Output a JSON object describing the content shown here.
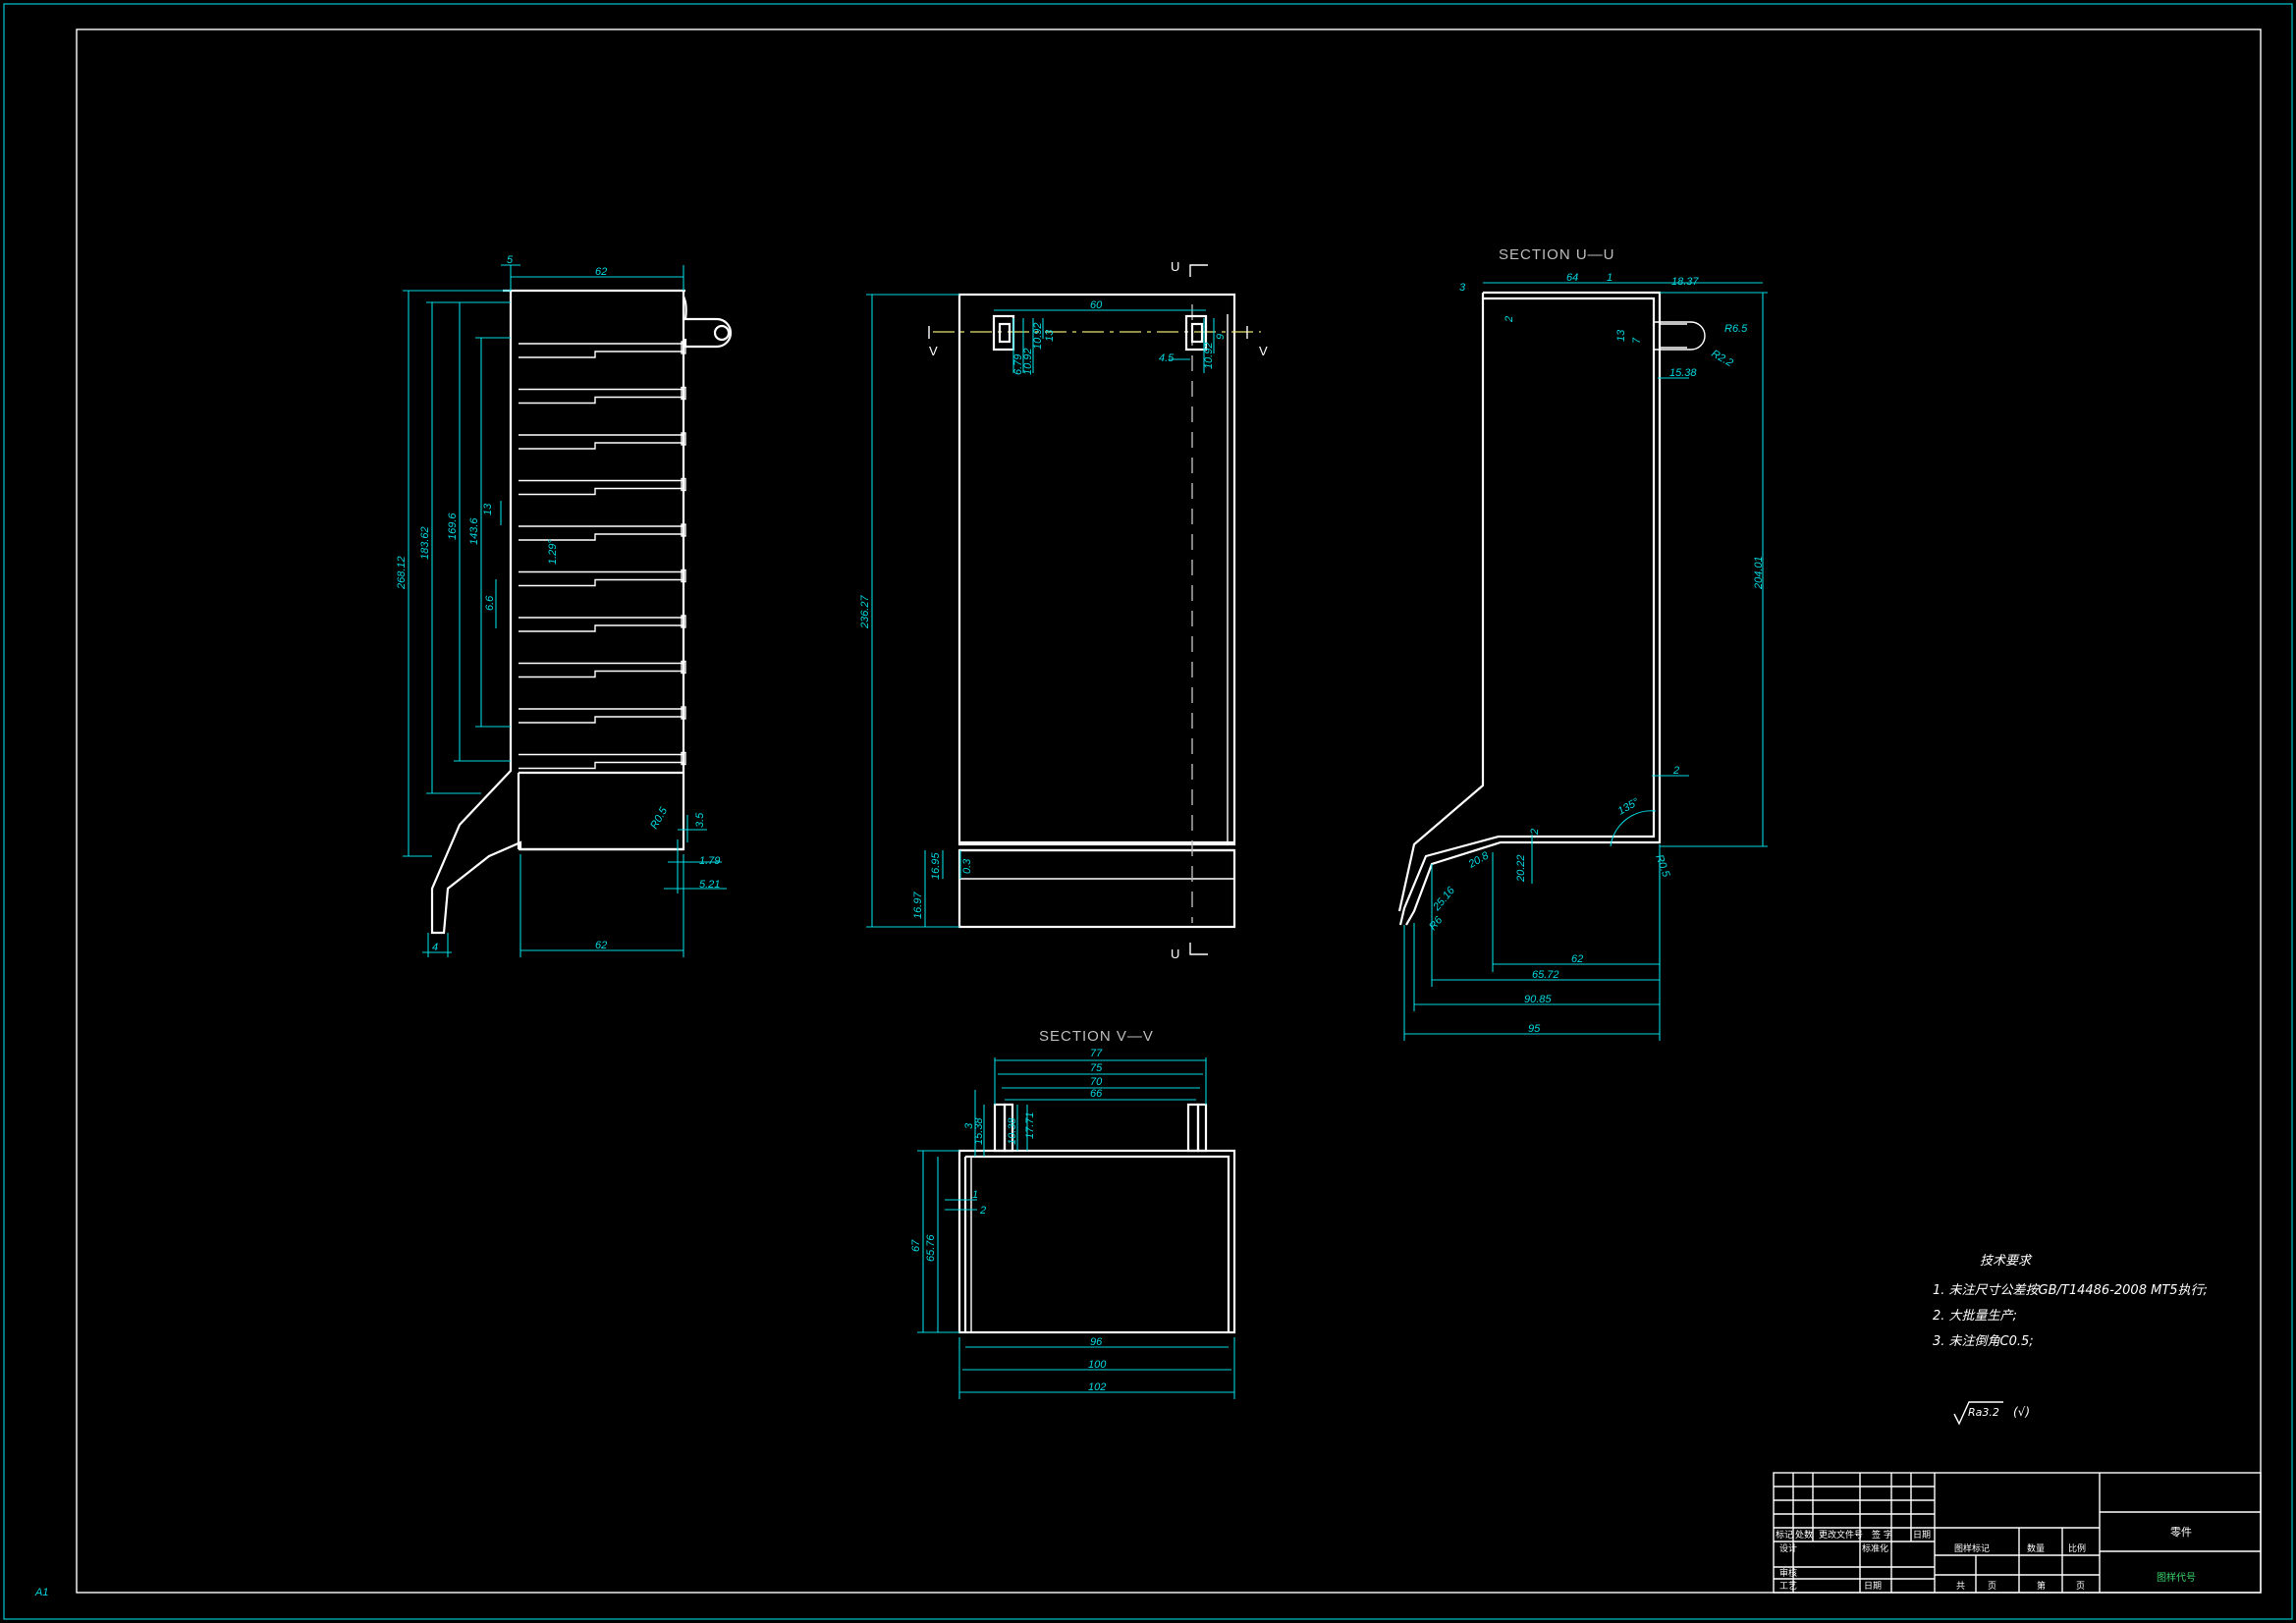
{
  "sheet": {
    "size_label": "A1"
  },
  "views": {
    "side": {
      "dims": {
        "top_width": "62",
        "top_offset": "5",
        "total_height": "268.12",
        "h2": "183.62",
        "h3": "169.6",
        "h4": "143.6",
        "h5": "6.6",
        "h6": "13",
        "angle_fin": "1.29°",
        "bottom_width": "62",
        "foot_width": "4",
        "radius": "R0.5",
        "d35": "3.5",
        "d179": "1.79",
        "d521": "5.21"
      }
    },
    "front": {
      "dims": {
        "total_height": "236.27",
        "width_top": "60",
        "d13": "13",
        "d1092": "10.92",
        "d679": "6.79",
        "d1092b": "10.92",
        "d9": "9",
        "d45": "4.5",
        "d1092c": "10.92",
        "d1695": "16.95",
        "d3": "0.3",
        "d1697": "16.97"
      },
      "section_letters": {
        "u_top": "U",
        "u_bottom": "U",
        "v_left": "V",
        "v_right": "V"
      }
    },
    "section_uu": {
      "title": "SECTION  U—U",
      "dims": {
        "w64": "64",
        "w1": "1",
        "w1837": "18.37",
        "d3": "3",
        "d2": "2",
        "d13": "13",
        "d7": "7",
        "r65": "R6.5",
        "r2": "R2.2",
        "d1538": "15.38",
        "h20401": "204.01",
        "d2b": "2",
        "angle": "135°",
        "d2c": "2",
        "d2022": "20.22",
        "r05": "R0.5",
        "d208": "20.8",
        "d2516": "25.16",
        "r6": "R6",
        "b62": "62",
        "b6572": "65.72",
        "b9085": "90.85",
        "b95": "95"
      }
    },
    "section_vv": {
      "title": "SECTION  V—V",
      "dims": {
        "w77": "77",
        "w75": "75",
        "w70": "70",
        "w66": "66",
        "d3": "3",
        "d1538": "15.38",
        "d1038": "10.38",
        "d1771": "17.71",
        "h67": "67",
        "h6576": "65.76",
        "d1": "1",
        "d2": "2",
        "b96": "96",
        "b100": "100",
        "b102": "102"
      }
    }
  },
  "tech_requirements": {
    "heading": "技术要求",
    "items": [
      "1. 未注尺寸公差按GB/T14486-2008 MT5执行;",
      "2. 大批量生产;",
      "3. 未注倒角C0.5;"
    ],
    "roughness": "Ra3.2",
    "roughness_paren": "(√)"
  },
  "title_block": {
    "part_name": "零件",
    "drawing_number_label": "图样代号",
    "cells": {
      "mark": "标记",
      "count": "处数",
      "change_doc": "更改文件号",
      "sign": "签 字",
      "date": "日期",
      "design": "设计",
      "standardize": "标准化",
      "check": "审核",
      "process": "工艺",
      "date2": "日期",
      "stage_mark": "图样标记",
      "weight": "数量",
      "scale": "比例",
      "total": "共",
      "sheets": "页",
      "sheet_no": "第",
      "page": "页"
    }
  }
}
